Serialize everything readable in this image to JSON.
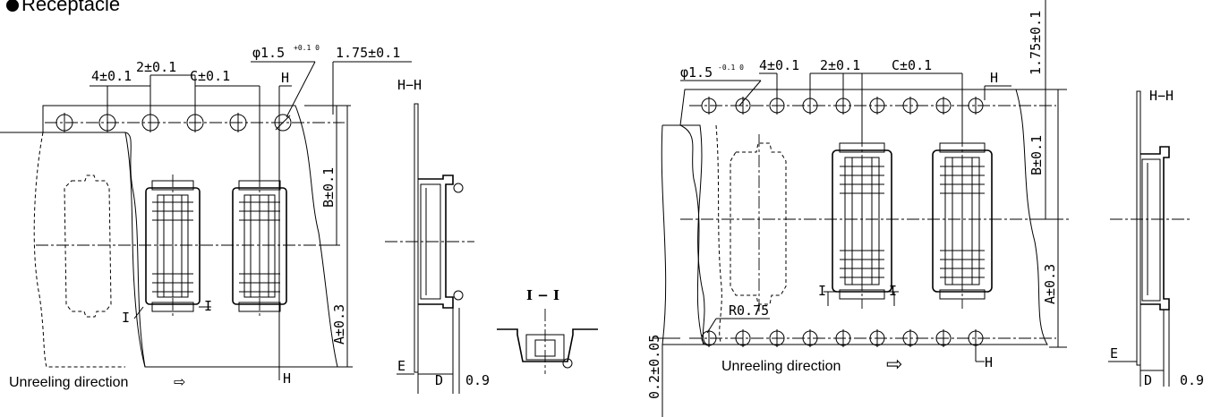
{
  "title": "Receptacle",
  "left_view": {
    "dims": {
      "pitch_2": "2±0.1",
      "pitch_4": "4±0.1",
      "pitch_c": "C±0.1",
      "hole_dia": "φ1.5",
      "hole_tol": "+0.1 0",
      "edge": "1.75±0.1",
      "b": "B±0.1",
      "a": "A±0.3"
    },
    "section_marks": {
      "h_top": "H",
      "h_bottom": "H",
      "i_left": "I",
      "i_right": "I"
    },
    "direction_label": "Unreeling direction",
    "direction_arrow": "⇨"
  },
  "left_section_hh": {
    "label": "H−H",
    "dims": {
      "e": "E",
      "d": "D",
      "t": "0.9"
    }
  },
  "section_ii": {
    "label": "I − I"
  },
  "right_view": {
    "dims": {
      "hole_dia": "φ1.5",
      "hole_tol": "-0.1 0",
      "pitch_4": "4±0.1",
      "pitch_2": "2±0.1",
      "pitch_c": "C±0.1",
      "edge": "1.75±0.1",
      "b": "B±0.1",
      "a": "A±0.3",
      "radius": "R0.75",
      "offset": "0.2±0.05"
    },
    "section_marks": {
      "h_top": "H",
      "h_bottom": "H",
      "i_left": "I",
      "i_right": "I"
    },
    "direction_label": "Unreeling direction",
    "direction_arrow": "⇨"
  },
  "right_section_hh": {
    "label": "H−H",
    "dims": {
      "e": "E",
      "d": "D",
      "t": "0.9"
    }
  }
}
